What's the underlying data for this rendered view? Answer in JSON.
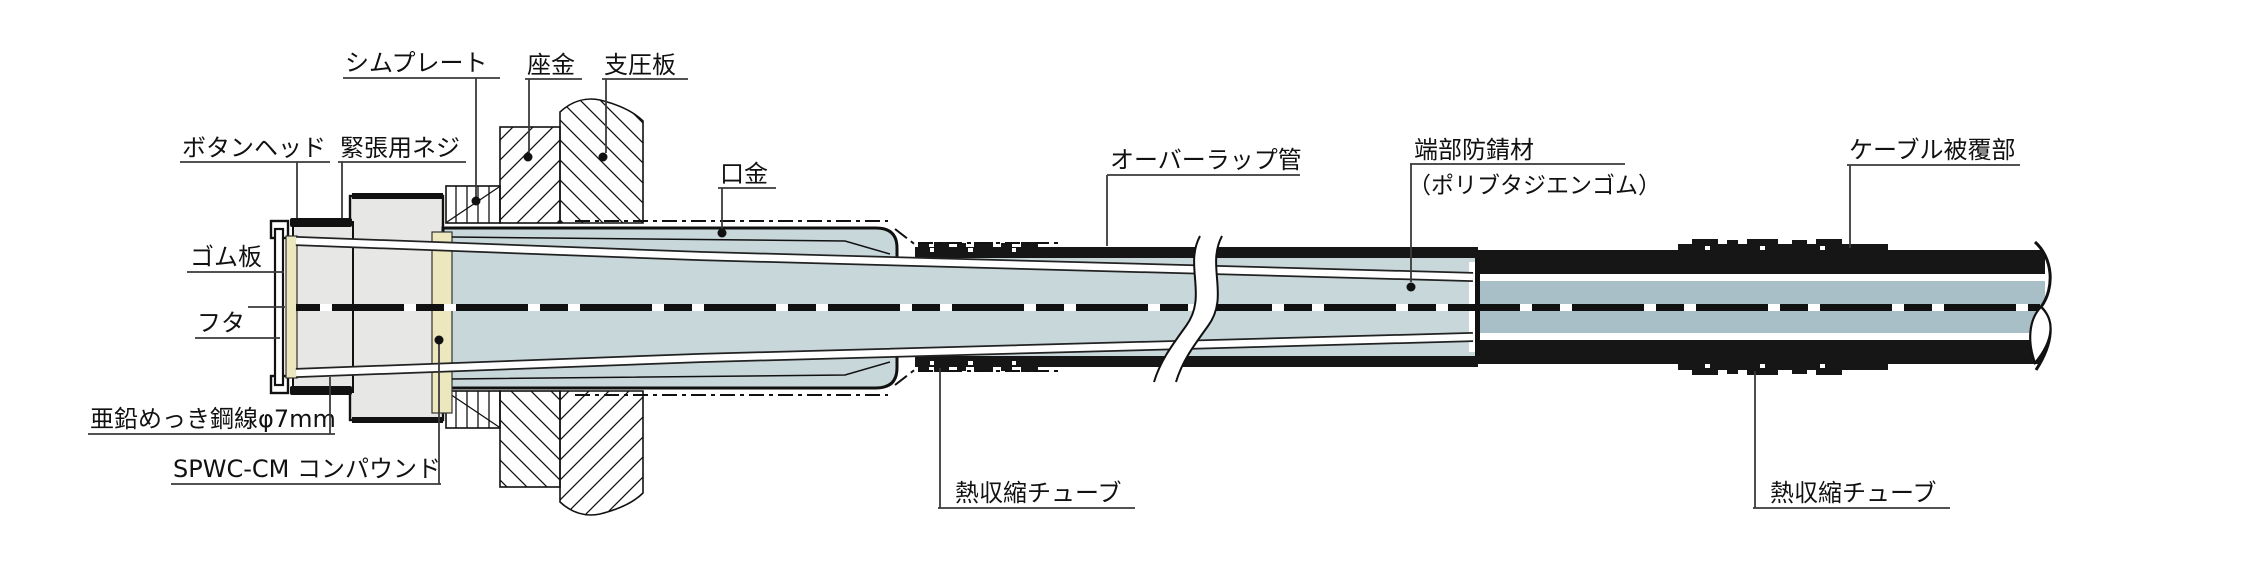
{
  "diagram": {
    "type": "engineering-cross-section",
    "subject": "cable-anchor-socket-assembly"
  },
  "labels": {
    "button_head": {
      "text": "ボタンヘッド"
    },
    "tension_screw": {
      "text": "緊張用ネジ"
    },
    "shim_plate": {
      "text": "シムプレート"
    },
    "washer": {
      "text": "座金"
    },
    "bearing_plate": {
      "text": "支圧板"
    },
    "socket_cap": {
      "text": "口金"
    },
    "overlap_pipe": {
      "text": "オーバーラップ管"
    },
    "end_rust_proof_line1": {
      "text": "端部防錆材"
    },
    "end_rust_proof_line2": {
      "text": "（ポリブタジエンゴム）"
    },
    "cable_sheath": {
      "text": "ケーブル被覆部"
    },
    "rubber_plate": {
      "text": "ゴム板"
    },
    "lid": {
      "text": "フタ"
    },
    "zinc_wire": {
      "text": "亜鉛めっき鋼線φ7mm"
    },
    "compound": {
      "text": "SPWC-CM コンパウンド"
    },
    "heat_shrink_1": {
      "text": "熱収縮チューブ"
    },
    "heat_shrink_2": {
      "text": "熱収縮チューブ"
    }
  },
  "colors": {
    "background": "#ffffff",
    "line": "#111111",
    "socket_gray": "#e7e8e6",
    "compound_cream": "#ece7bd",
    "pipe_light_blue": "#c8d7da",
    "cable_dark_blue": "#a9bfc7",
    "sheath_black": "#161616"
  }
}
